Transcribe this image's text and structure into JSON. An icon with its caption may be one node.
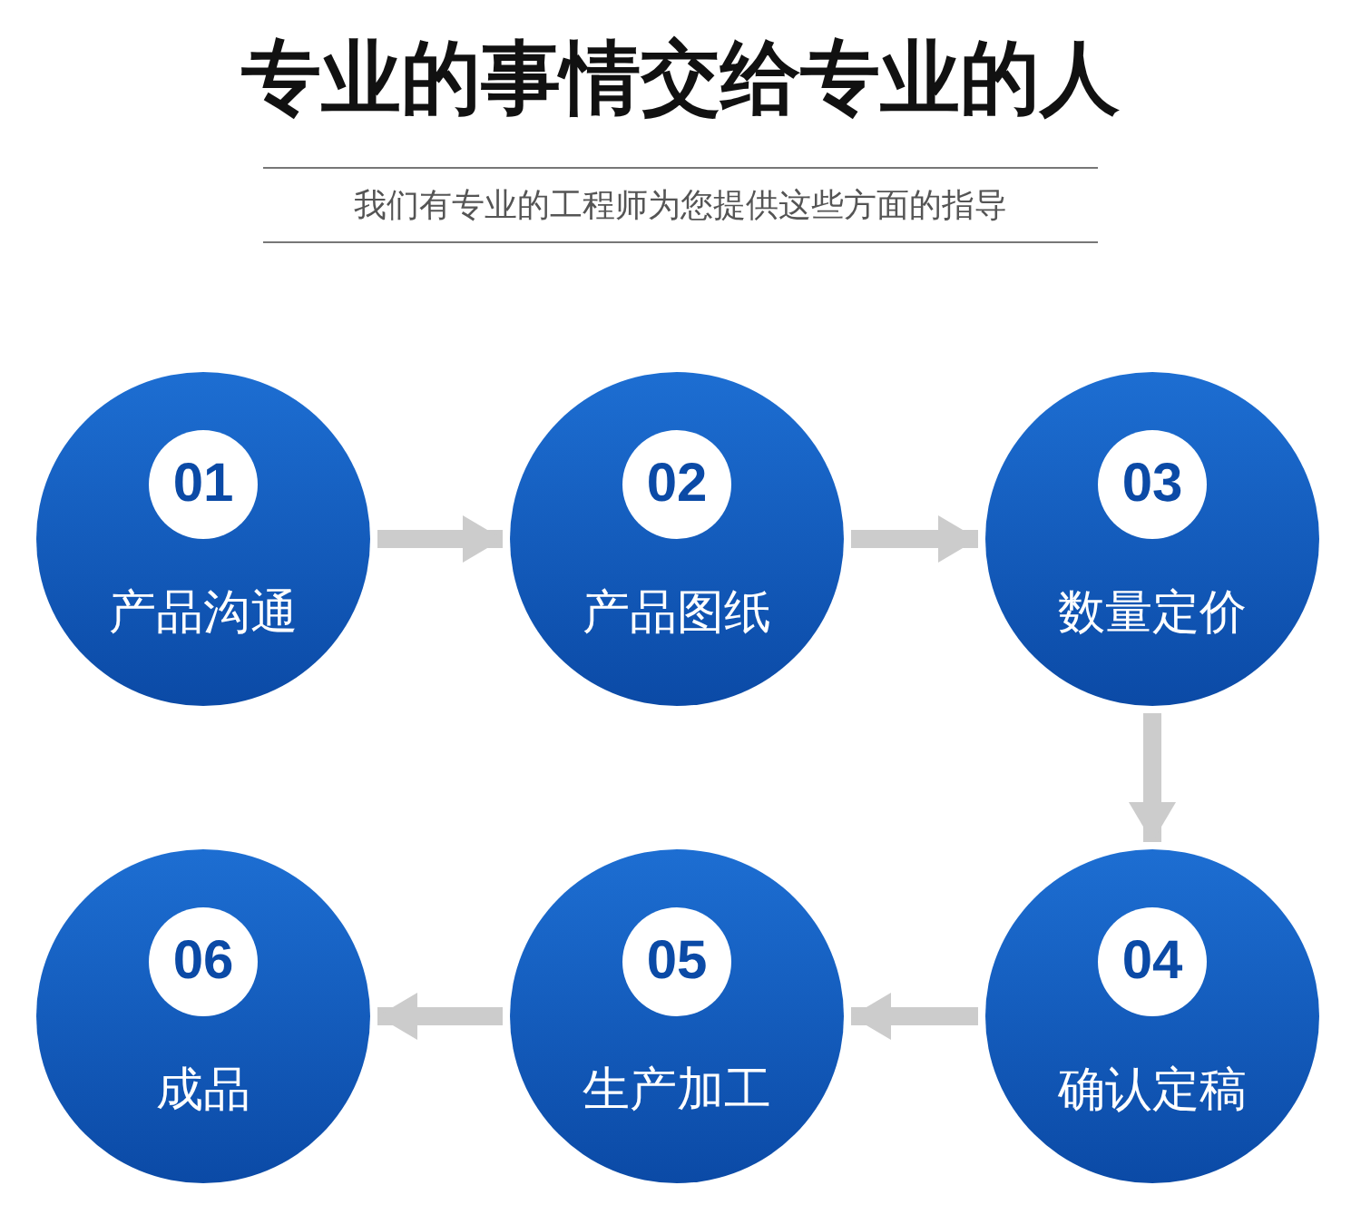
{
  "diagram": {
    "title": "专业的事情交给专业的人",
    "caption": "我们有专业的工程师为您提供这些方面的指导",
    "nodes": [
      {
        "text": [
          "01",
          "产品沟通"
        ]
      },
      {
        "text": [
          "02",
          "产品图纸"
        ]
      },
      {
        "text": [
          "03",
          "数量定价"
        ]
      },
      {
        "text": [
          "04",
          "确认定稿"
        ]
      },
      {
        "text": [
          "05",
          "生产加工"
        ]
      },
      {
        "text": [
          "06",
          "成品"
        ]
      }
    ],
    "edges": [
      {
        "from": 0,
        "to": 1,
        "arrow": "to"
      },
      {
        "from": 1,
        "to": 2,
        "arrow": "to"
      },
      {
        "from": 2,
        "to": 3,
        "arrow": "to"
      },
      {
        "from": 3,
        "to": 4,
        "arrow": "to"
      },
      {
        "from": 4,
        "to": 5,
        "arrow": "to"
      }
    ]
  }
}
